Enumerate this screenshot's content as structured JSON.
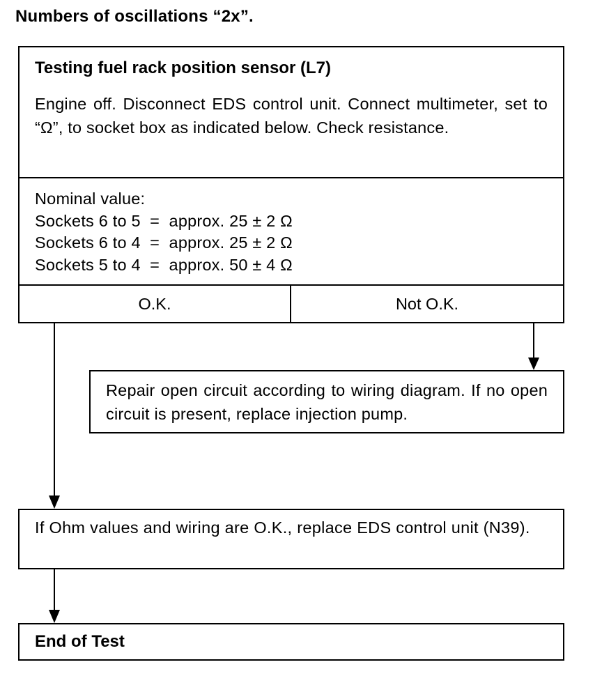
{
  "heading": "Numbers of oscillations “2x”.",
  "test_box": {
    "title": "Testing fuel rack position sensor (L7)",
    "instructions": "Engine off.  Disconnect EDS control unit.  Connect multimeter, set to “Ω”, to socket box as indicated below. Check resistance.",
    "nominal": {
      "label": "Nominal value:",
      "lines": [
        "Sockets 6 to 5  =  approx. 25 ± 2 Ω",
        "Sockets 6 to 4  =  approx. 25 ± 2 Ω",
        "Sockets 5 to 4  =  approx. 50 ± 4 Ω"
      ]
    },
    "result_ok": "O.K.",
    "result_not_ok": "Not O.K."
  },
  "repair_box": {
    "text": "Repair open circuit according to wiring diagram.  If no open circuit is present, replace injection pump."
  },
  "ohm_box": {
    "text": "If Ohm values and wiring are O.K., replace EDS control unit (N39)."
  },
  "end_box": {
    "text": "End of Test"
  }
}
